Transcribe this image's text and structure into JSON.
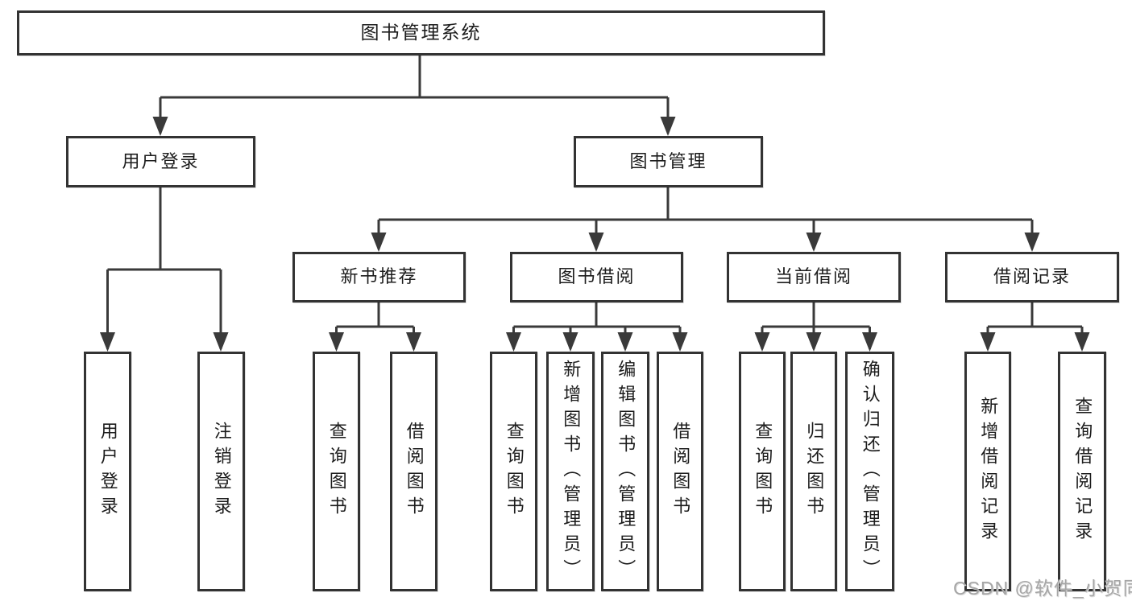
{
  "diagram": {
    "nodes": {
      "root": "图书管理系统",
      "l2_user_login": "用户登录",
      "l2_book_mgmt": "图书管理",
      "l3_new_book_rec": "新书推荐",
      "l3_book_borrow": "图书借阅",
      "l3_current_borrow": "当前借阅",
      "l3_borrow_records": "借阅记录",
      "leaf_user_login": "用户登录",
      "leaf_logout": "注销登录",
      "leaf_query_books_rec": "查询图书",
      "leaf_borrow_books_rec": "借阅图书",
      "leaf_query_books_borrow": "查询图书",
      "leaf_add_book_admin": "新增图书（管理员）",
      "leaf_edit_book_admin": "编辑图书（管理员）",
      "leaf_borrow_books": "借阅图书",
      "leaf_query_books_current": "查询图书",
      "leaf_return_book": "归还图书",
      "leaf_confirm_return_admin": "确认归还（管理员）",
      "leaf_add_borrow_record": "新增借阅记录",
      "leaf_query_borrow_record": "查询借阅记录"
    }
  },
  "watermark": "CSDN @软件_小贺同学",
  "colors": {
    "line": "#3a3a3a",
    "box_border": "#333333",
    "text": "#1c1c1c",
    "watermark": "#a6a6a6",
    "background": "#ffffff"
  }
}
